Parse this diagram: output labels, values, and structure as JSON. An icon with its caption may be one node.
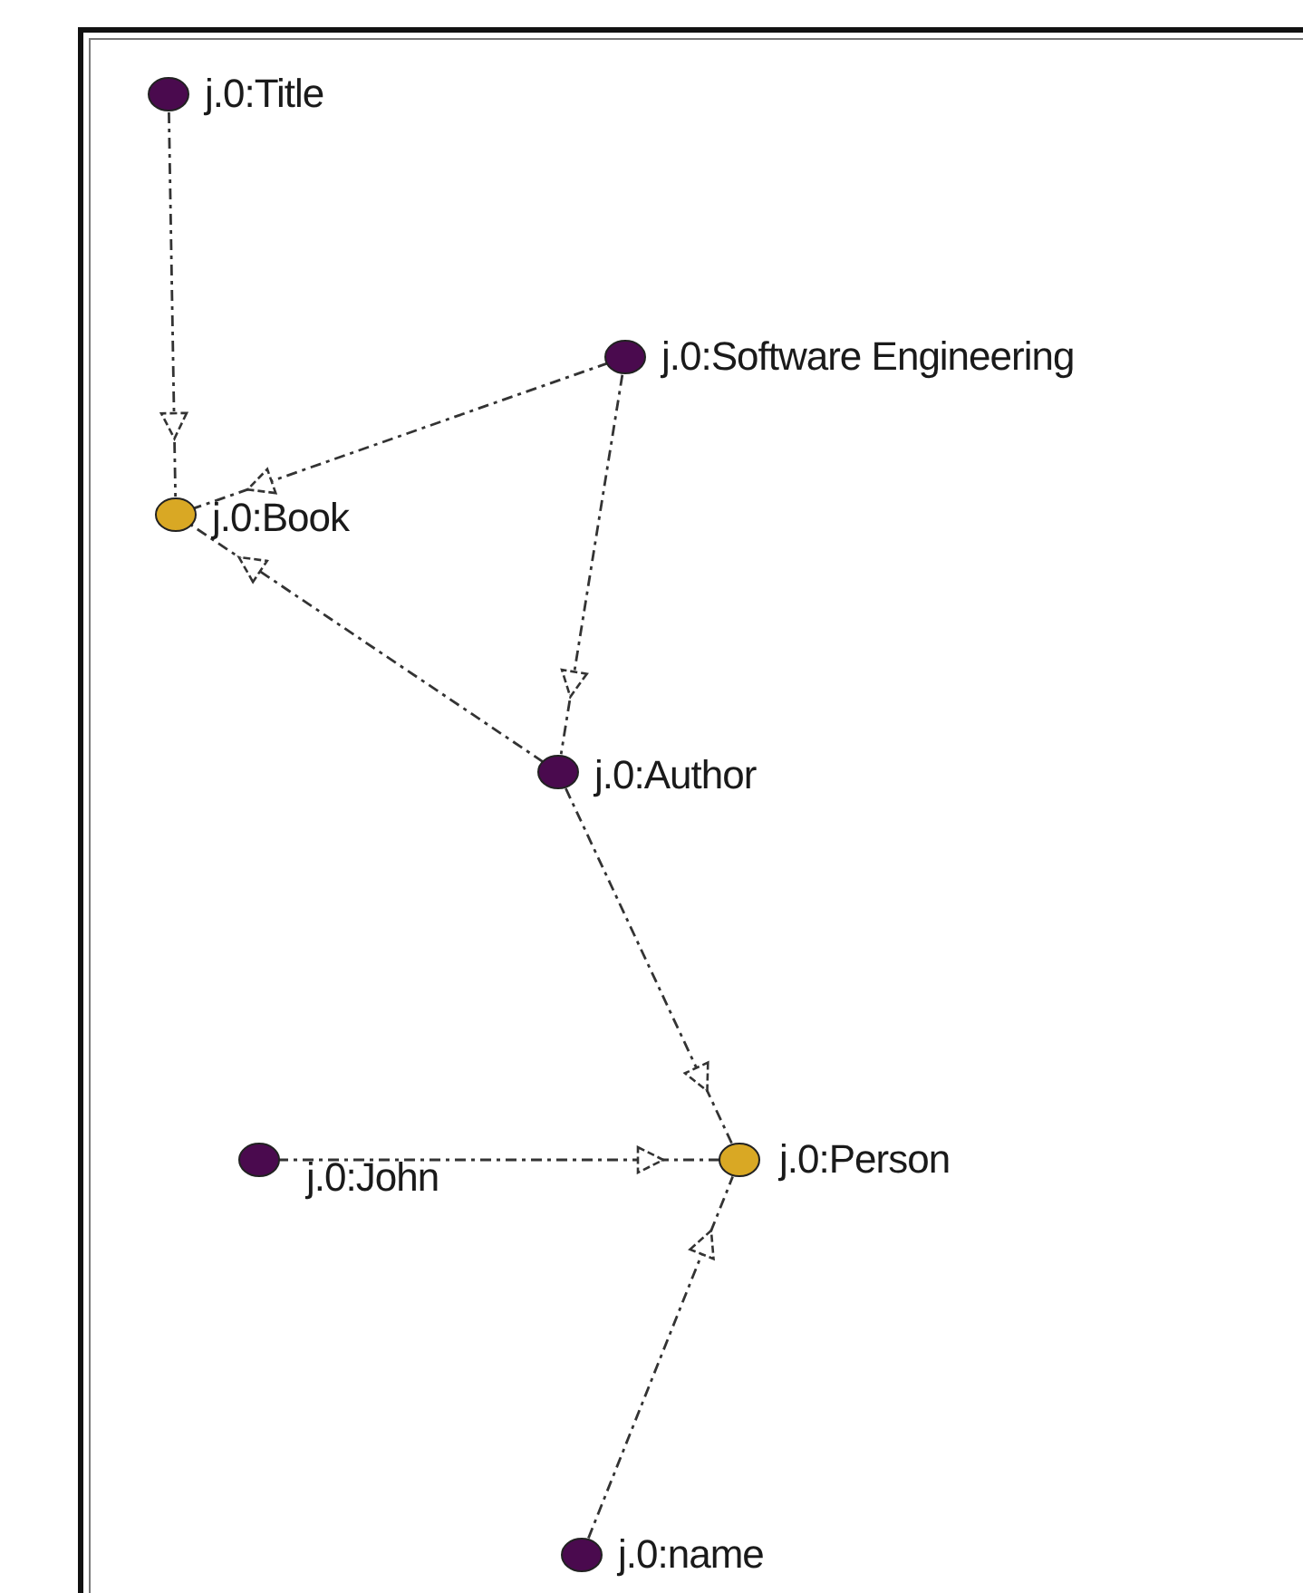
{
  "diagram": {
    "nodes": [
      {
        "text": [
          "j.0:Title"
        ]
      },
      {
        "text": [
          "j.0:Software Engineering"
        ]
      },
      {
        "text": [
          "j.0:Book"
        ]
      },
      {
        "text": [
          "j.0:Author"
        ]
      },
      {
        "text": [
          "j.0:John"
        ]
      },
      {
        "text": [
          "j.0:Person"
        ]
      },
      {
        "text": [
          "j.0:name"
        ]
      }
    ],
    "edges": [
      {
        "from": 0,
        "to": 2,
        "arrow": "to"
      },
      {
        "from": 1,
        "to": 2,
        "arrow": "to"
      },
      {
        "from": 1,
        "to": 3,
        "arrow": "to"
      },
      {
        "from": 3,
        "to": 2,
        "arrow": "to"
      },
      {
        "from": 3,
        "to": 5,
        "arrow": "to"
      },
      {
        "from": 4,
        "to": 5,
        "arrow": "to"
      },
      {
        "from": 6,
        "to": 5,
        "arrow": "to"
      }
    ]
  }
}
